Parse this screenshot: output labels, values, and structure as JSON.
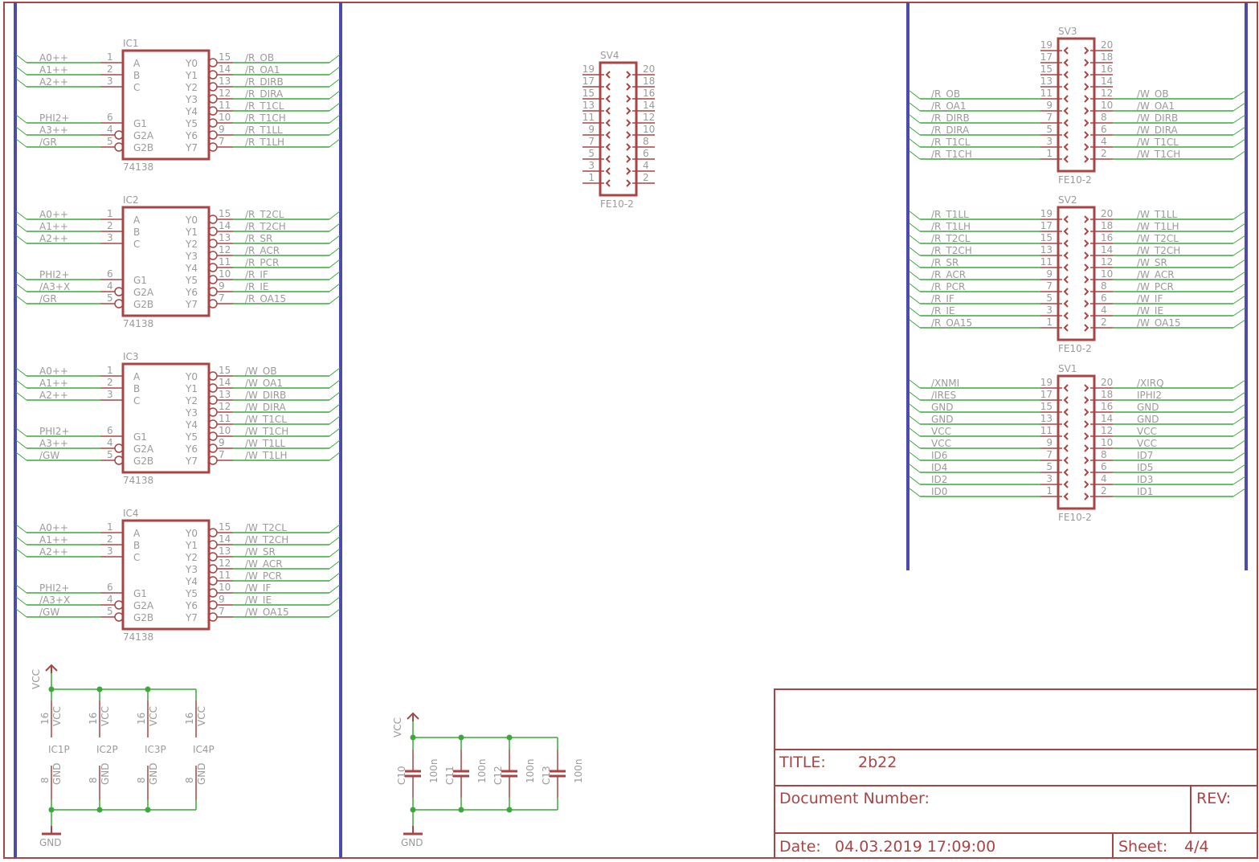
{
  "colors": {
    "wire": "#3aa83a",
    "part": "#a94444",
    "bus": "#4b4bad",
    "text": "#9a9a9a"
  },
  "ic_pin_names": {
    "inputs": [
      "A",
      "B",
      "C",
      "G1",
      "G2A",
      "G2B"
    ],
    "outputs": [
      "Y0",
      "Y1",
      "Y2",
      "Y3",
      "Y4",
      "Y5",
      "Y6",
      "Y7"
    ]
  },
  "ics": [
    {
      "name": "IC1",
      "value": "74138",
      "inputs": [
        {
          "pin": "1",
          "net": "A0++"
        },
        {
          "pin": "2",
          "net": "A1++"
        },
        {
          "pin": "3",
          "net": "A2++"
        },
        {
          "pin": "6",
          "net": "PHI2+"
        },
        {
          "pin": "4",
          "net": "A3++"
        },
        {
          "pin": "5",
          "net": "/GR"
        }
      ],
      "outputs": [
        {
          "pin": "15",
          "net": "/R_OB"
        },
        {
          "pin": "14",
          "net": "/R_OA1"
        },
        {
          "pin": "13",
          "net": "/R_DIRB"
        },
        {
          "pin": "12",
          "net": "/R_DIRA"
        },
        {
          "pin": "11",
          "net": "/R_T1CL"
        },
        {
          "pin": "10",
          "net": "/R_T1CH"
        },
        {
          "pin": "9",
          "net": "/R_T1LL"
        },
        {
          "pin": "7",
          "net": "/R_T1LH"
        }
      ]
    },
    {
      "name": "IC2",
      "value": "74138",
      "inputs": [
        {
          "pin": "1",
          "net": "A0++"
        },
        {
          "pin": "2",
          "net": "A1++"
        },
        {
          "pin": "3",
          "net": "A2++"
        },
        {
          "pin": "6",
          "net": "PHI2+"
        },
        {
          "pin": "4",
          "net": "/A3+X"
        },
        {
          "pin": "5",
          "net": "/GR"
        }
      ],
      "outputs": [
        {
          "pin": "15",
          "net": "/R_T2CL"
        },
        {
          "pin": "14",
          "net": "/R_T2CH"
        },
        {
          "pin": "13",
          "net": "/R_SR"
        },
        {
          "pin": "12",
          "net": "/R_ACR"
        },
        {
          "pin": "11",
          "net": "/R_PCR"
        },
        {
          "pin": "10",
          "net": "/R_IF"
        },
        {
          "pin": "9",
          "net": "/R_IE"
        },
        {
          "pin": "7",
          "net": "/R_OA15"
        }
      ]
    },
    {
      "name": "IC3",
      "value": "74138",
      "inputs": [
        {
          "pin": "1",
          "net": "A0++"
        },
        {
          "pin": "2",
          "net": "A1++"
        },
        {
          "pin": "3",
          "net": "A2++"
        },
        {
          "pin": "6",
          "net": "PHI2+"
        },
        {
          "pin": "4",
          "net": "A3++"
        },
        {
          "pin": "5",
          "net": "/GW"
        }
      ],
      "outputs": [
        {
          "pin": "15",
          "net": "/W_OB"
        },
        {
          "pin": "14",
          "net": "/W_OA1"
        },
        {
          "pin": "13",
          "net": "/W_DIRB"
        },
        {
          "pin": "12",
          "net": "/W_DIRA"
        },
        {
          "pin": "11",
          "net": "/W_T1CL"
        },
        {
          "pin": "10",
          "net": "/W_T1CH"
        },
        {
          "pin": "9",
          "net": "/W_T1LL"
        },
        {
          "pin": "7",
          "net": "/W_T1LH"
        }
      ]
    },
    {
      "name": "IC4",
      "value": "74138",
      "inputs": [
        {
          "pin": "1",
          "net": "A0++"
        },
        {
          "pin": "2",
          "net": "A1++"
        },
        {
          "pin": "3",
          "net": "A2++"
        },
        {
          "pin": "6",
          "net": "PHI2+"
        },
        {
          "pin": "4",
          "net": "/A3+X"
        },
        {
          "pin": "5",
          "net": "/GW"
        }
      ],
      "outputs": [
        {
          "pin": "15",
          "net": "/W_T2CL"
        },
        {
          "pin": "14",
          "net": "/W_T2CH"
        },
        {
          "pin": "13",
          "net": "/W_SR"
        },
        {
          "pin": "12",
          "net": "/W_ACR"
        },
        {
          "pin": "11",
          "net": "/W_PCR"
        },
        {
          "pin": "10",
          "net": "/W_IF"
        },
        {
          "pin": "9",
          "net": "/W_IE"
        },
        {
          "pin": "7",
          "net": "/W_OA15"
        }
      ]
    }
  ],
  "connectors": [
    {
      "name": "SV4",
      "value": "FE10-2",
      "rows": [
        {
          "lp": "19",
          "rp": "20",
          "ln": "",
          "rn": ""
        },
        {
          "lp": "17",
          "rp": "18",
          "ln": "",
          "rn": ""
        },
        {
          "lp": "15",
          "rp": "16",
          "ln": "",
          "rn": ""
        },
        {
          "lp": "13",
          "rp": "14",
          "ln": "",
          "rn": ""
        },
        {
          "lp": "11",
          "rp": "12",
          "ln": "",
          "rn": ""
        },
        {
          "lp": "9",
          "rp": "10",
          "ln": "",
          "rn": ""
        },
        {
          "lp": "7",
          "rp": "8",
          "ln": "",
          "rn": ""
        },
        {
          "lp": "5",
          "rp": "6",
          "ln": "",
          "rn": ""
        },
        {
          "lp": "3",
          "rp": "4",
          "ln": "",
          "rn": ""
        },
        {
          "lp": "1",
          "rp": "2",
          "ln": "",
          "rn": ""
        }
      ]
    },
    {
      "name": "SV3",
      "value": "FE10-2",
      "rows": [
        {
          "lp": "19",
          "rp": "20",
          "ln": "",
          "rn": ""
        },
        {
          "lp": "17",
          "rp": "18",
          "ln": "",
          "rn": ""
        },
        {
          "lp": "15",
          "rp": "16",
          "ln": "",
          "rn": ""
        },
        {
          "lp": "13",
          "rp": "14",
          "ln": "",
          "rn": ""
        },
        {
          "lp": "11",
          "rp": "12",
          "ln": "/R_OB",
          "rn": "/W_OB"
        },
        {
          "lp": "9",
          "rp": "10",
          "ln": "/R_OA1",
          "rn": "/W_OA1"
        },
        {
          "lp": "7",
          "rp": "8",
          "ln": "/R_DIRB",
          "rn": "/W_DIRB"
        },
        {
          "lp": "5",
          "rp": "6",
          "ln": "/R_DIRA",
          "rn": "/W_DIRA"
        },
        {
          "lp": "3",
          "rp": "4",
          "ln": "/R_T1CL",
          "rn": "/W_T1CL"
        },
        {
          "lp": "1",
          "rp": "2",
          "ln": "/R_T1CH",
          "rn": "/W_T1CH"
        }
      ]
    },
    {
      "name": "SV2",
      "value": "FE10-2",
      "rows": [
        {
          "lp": "19",
          "rp": "20",
          "ln": "/R_T1LL",
          "rn": "/W_T1LL"
        },
        {
          "lp": "17",
          "rp": "18",
          "ln": "/R_T1LH",
          "rn": "/W_T1LH"
        },
        {
          "lp": "15",
          "rp": "16",
          "ln": "/R_T2CL",
          "rn": "/W_T2CL"
        },
        {
          "lp": "13",
          "rp": "14",
          "ln": "/R_T2CH",
          "rn": "/W_T2CH"
        },
        {
          "lp": "11",
          "rp": "12",
          "ln": "/R_SR",
          "rn": "/W_SR"
        },
        {
          "lp": "9",
          "rp": "10",
          "ln": "/R_ACR",
          "rn": "/W_ACR"
        },
        {
          "lp": "7",
          "rp": "8",
          "ln": "/R_PCR",
          "rn": "/W_PCR"
        },
        {
          "lp": "5",
          "rp": "6",
          "ln": "/R_IF",
          "rn": "/W_IF"
        },
        {
          "lp": "3",
          "rp": "4",
          "ln": "/R_IE",
          "rn": "/W_IE"
        },
        {
          "lp": "1",
          "rp": "2",
          "ln": "/R_OA15",
          "rn": "/W_OA15"
        }
      ]
    },
    {
      "name": "SV1",
      "value": "FE10-2",
      "rows": [
        {
          "lp": "19",
          "rp": "20",
          "ln": "/XNMI",
          "rn": "/XIRQ"
        },
        {
          "lp": "17",
          "rp": "18",
          "ln": "/IRES",
          "rn": "IPHI2"
        },
        {
          "lp": "15",
          "rp": "16",
          "ln": "GND",
          "rn": "GND"
        },
        {
          "lp": "13",
          "rp": "14",
          "ln": "GND",
          "rn": "GND"
        },
        {
          "lp": "11",
          "rp": "12",
          "ln": "VCC",
          "rn": "VCC"
        },
        {
          "lp": "9",
          "rp": "10",
          "ln": "VCC",
          "rn": "VCC"
        },
        {
          "lp": "7",
          "rp": "8",
          "ln": "ID6",
          "rn": "ID7"
        },
        {
          "lp": "5",
          "rp": "6",
          "ln": "ID4",
          "rn": "ID5"
        },
        {
          "lp": "3",
          "rp": "4",
          "ln": "ID2",
          "rn": "ID3"
        },
        {
          "lp": "1",
          "rp": "2",
          "ln": "ID0",
          "rn": "ID1"
        }
      ]
    }
  ],
  "power": {
    "vcc_label": "VCC",
    "gnd_label": "GND",
    "parts": [
      {
        "name": "IC1P",
        "vcc_pin": "16",
        "gnd_pin": "8"
      },
      {
        "name": "IC2P",
        "vcc_pin": "16",
        "gnd_pin": "8"
      },
      {
        "name": "IC3P",
        "vcc_pin": "16",
        "gnd_pin": "8"
      },
      {
        "name": "IC4P",
        "vcc_pin": "16",
        "gnd_pin": "8"
      }
    ],
    "pin_vcc": "VCC",
    "pin_gnd": "GND"
  },
  "caps": {
    "vcc_label": "VCC",
    "gnd_label": "GND",
    "items": [
      {
        "name": "C10",
        "value": "100n"
      },
      {
        "name": "C11",
        "value": "100n"
      },
      {
        "name": "C12",
        "value": "100n"
      },
      {
        "name": "C13",
        "value": "100n"
      }
    ]
  },
  "title_block": {
    "title_label": "TITLE:",
    "title": "2b22",
    "docnum_label": "Document Number:",
    "rev_label": "REV:",
    "date_label": "Date:",
    "date": "04.03.2019 17:09:00",
    "sheet_label": "Sheet:",
    "sheet": "4/4"
  }
}
